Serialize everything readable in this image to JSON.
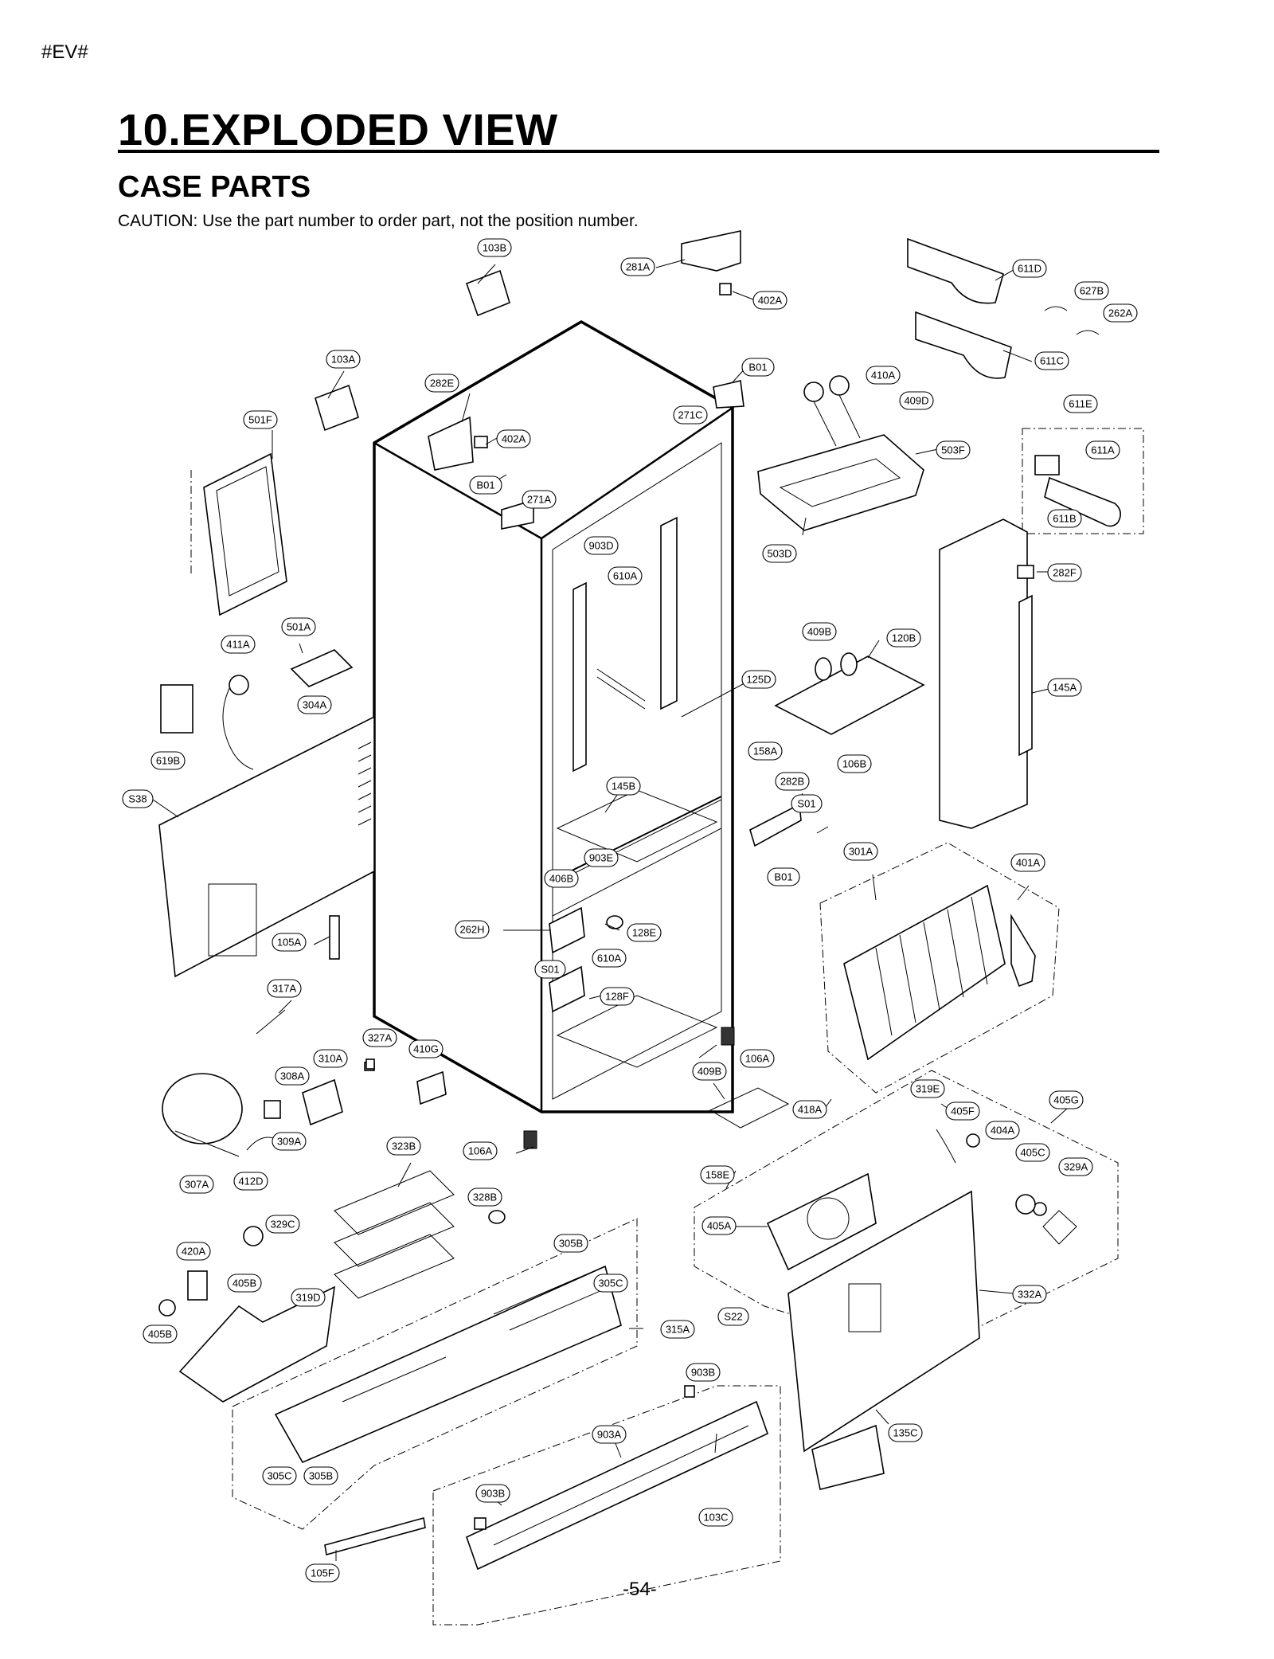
{
  "header_tag": "#EV#",
  "title": "10.EXPLODED VIEW",
  "subtitle": "CASE PARTS",
  "caution": "CAUTION: Use the part number to order part, not the position number.",
  "page_number": "-54-",
  "callouts": {
    "c103b": "103B",
    "c281a": "281A",
    "c402a_top": "402A",
    "c611d": "611D",
    "c627b": "627B",
    "c262a": "262A",
    "c611c": "611C",
    "c103a": "103A",
    "c282e": "282E",
    "c402a": "402A",
    "c b01_top": "B01",
    "cb01_top": "B01",
    "c410a": "410A",
    "c409d": "409D",
    "c271c": "271C",
    "c611e": "611E",
    "c611a": "611A",
    "c611b": "611B",
    "c501f": "501F",
    "cb01_mid": "B01",
    "c271a": "271A",
    "c903d": "903D",
    "c610a_top": "610A",
    "c503f": "503F",
    "c503d": "503D",
    "c282f": "282F",
    "c501a": "501A",
    "c411a": "411A",
    "c409b_top": "409B",
    "c120b": "120B",
    "c145a": "145A",
    "c125d": "125D",
    "c304a": "304A",
    "c619b": "619B",
    "c158a": "158A",
    "c106b": "106B",
    "c282b": "282B",
    "cs01_right": "S01",
    "c145b": "145B",
    "cs38": "S38",
    "c301a": "301A",
    "c401a": "401A",
    "c903e": "903E",
    "c406b": "406B",
    "cb01_low": "B01",
    "c262h": "262H",
    "c128e": "128E",
    "c105a": "105A",
    "c610a": "610A",
    "cs01": "S01",
    "c128f": "128F",
    "c317a": "317A",
    "c327a": "327A",
    "c410g": "410G",
    "c310a": "310A",
    "c106a_right": "106A",
    "c409b": "409B",
    "c308a": "308A",
    "c319e": "319E",
    "c405g": "405G",
    "c405f": "405F",
    "c418a": "418A",
    "c404a": "404A",
    "c309a": "309A",
    "c323b": "323B",
    "c106a": "106A",
    "c405c_right": "405C",
    "c329a": "329A",
    "c307a": "307A",
    "c412d": "412D",
    "c158e": "158E",
    "c328b": "328B",
    "c329c": "329C",
    "c405a": "405A",
    "c420a": "420A",
    "c305b_top": "305B",
    "c305c_top": "305C",
    "c405b_top": "405B",
    "c319d": "319D",
    "c332a": "332A",
    "cs22": "S22",
    "c315a": "315A",
    "c405b": "405B",
    "c903b_top": "903B",
    "c903a": "903A",
    "c135c": "135C",
    "c305c": "305C",
    "c305b": "305B",
    "c903b": "903B",
    "c103c": "103C",
    "c105f": "105F"
  }
}
